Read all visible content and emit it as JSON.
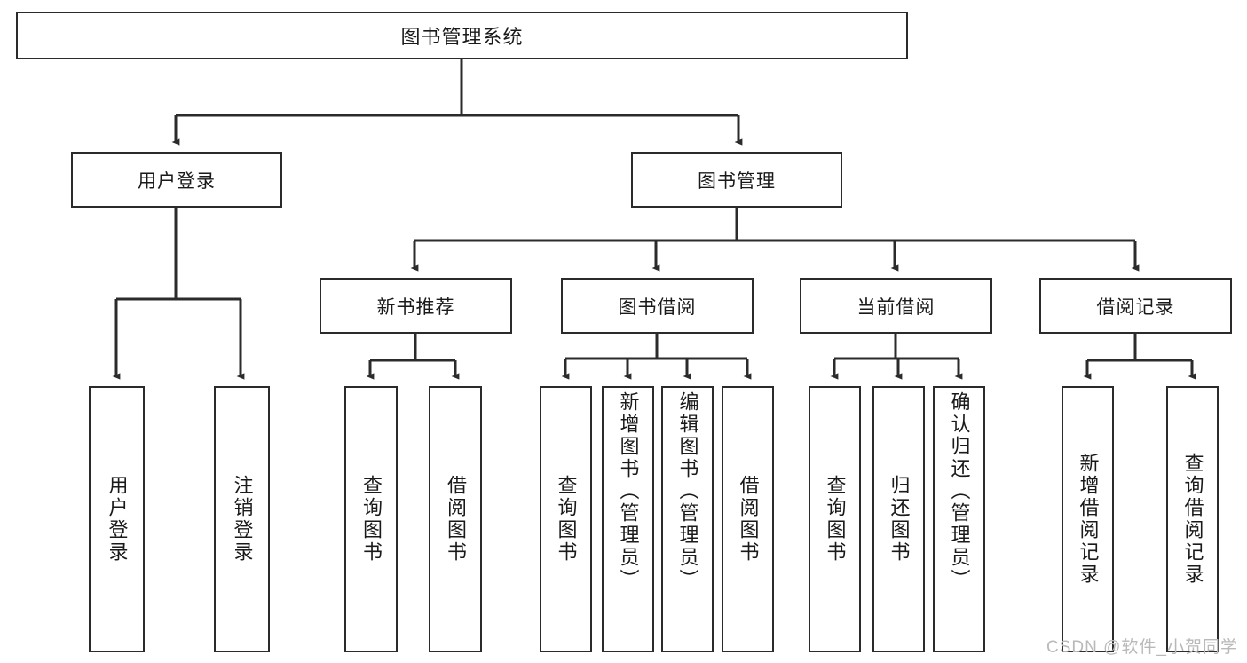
{
  "diagram": {
    "title": "图书管理系统",
    "root": {
      "label": "图书管理系统"
    },
    "level2": [
      {
        "label": "用户登录"
      },
      {
        "label": "图书管理"
      }
    ],
    "level3": [
      {
        "label": "新书推荐"
      },
      {
        "label": "图书借阅"
      },
      {
        "label": "当前借阅"
      },
      {
        "label": "借阅记录"
      }
    ],
    "leaves": [
      {
        "label": "用户登录"
      },
      {
        "label": "注销登录"
      },
      {
        "label": "查询图书"
      },
      {
        "label": "借阅图书"
      },
      {
        "label": "查询图书"
      },
      {
        "label": "新增图书（管理员）"
      },
      {
        "label": "编辑图书（管理员）"
      },
      {
        "label": "借阅图书"
      },
      {
        "label": "查询图书"
      },
      {
        "label": "归还图书"
      },
      {
        "label": "确认归还（管理员）"
      },
      {
        "label": "新增借阅记录"
      },
      {
        "label": "查询借阅记录"
      }
    ]
  },
  "watermark": {
    "text": "CSDN @软件_小贺同学"
  },
  "colors": {
    "stroke": "#2b2b2b",
    "box_fill": "#ffffff",
    "text": "#1a1a1a",
    "watermark": "#b9b9b9",
    "background": "#ffffff"
  }
}
